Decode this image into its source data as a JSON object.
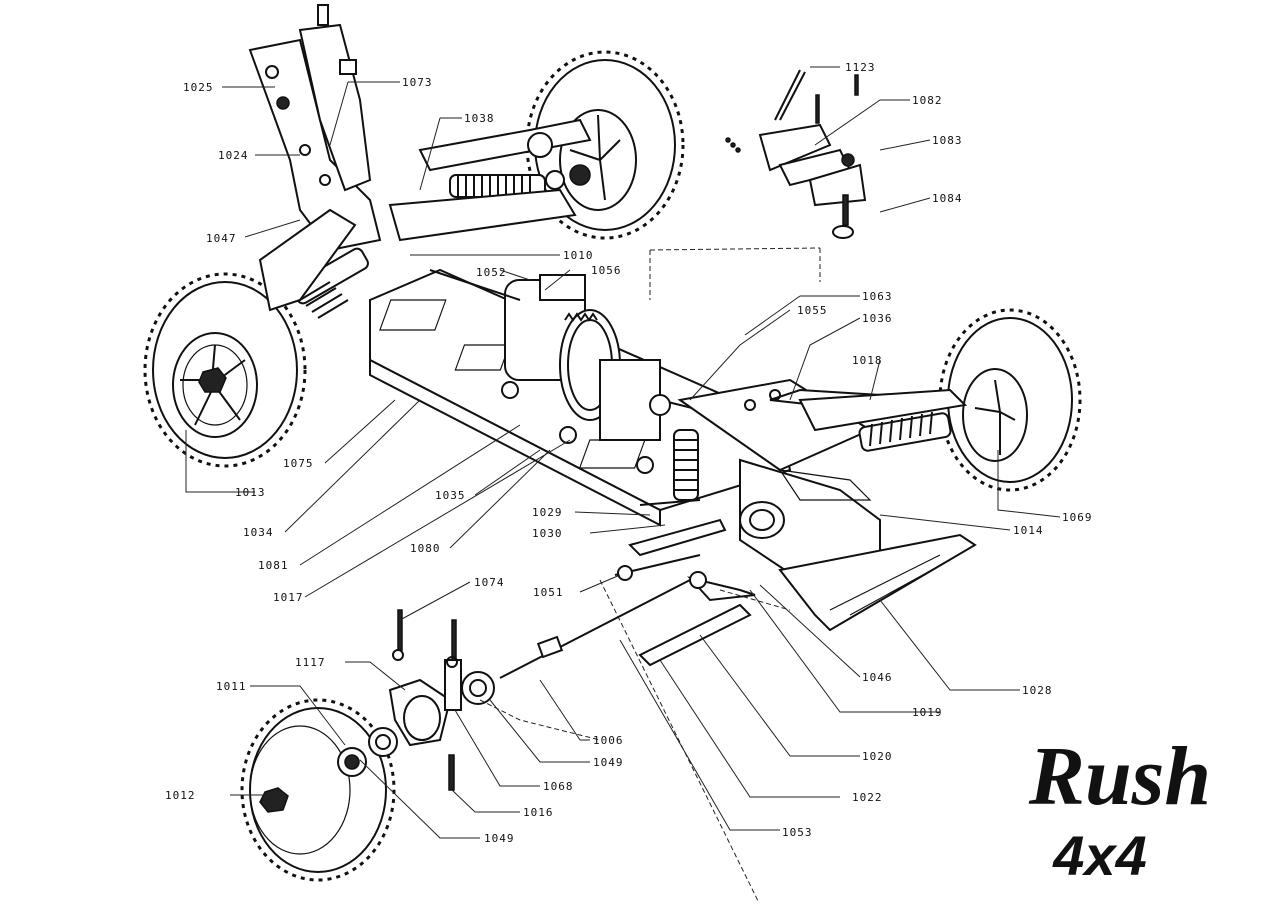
{
  "brand": {
    "title": "Rush",
    "subtitle": "4x4"
  },
  "callouts": [
    "1025",
    "1073",
    "1038",
    "1024",
    "1047",
    "1010",
    "1052",
    "1056",
    "1123",
    "1082",
    "1083",
    "1084",
    "1063",
    "1055",
    "1036",
    "1018",
    "1013",
    "1075",
    "1034",
    "1081",
    "1017",
    "1035",
    "1080",
    "1029",
    "1030",
    "1051",
    "1074",
    "1069",
    "1014",
    "1046",
    "1028",
    "1019",
    "1020",
    "1022",
    "1053",
    "1006",
    "1049",
    "1068",
    "1016",
    "1012",
    "1011",
    "1117",
    "1049"
  ]
}
